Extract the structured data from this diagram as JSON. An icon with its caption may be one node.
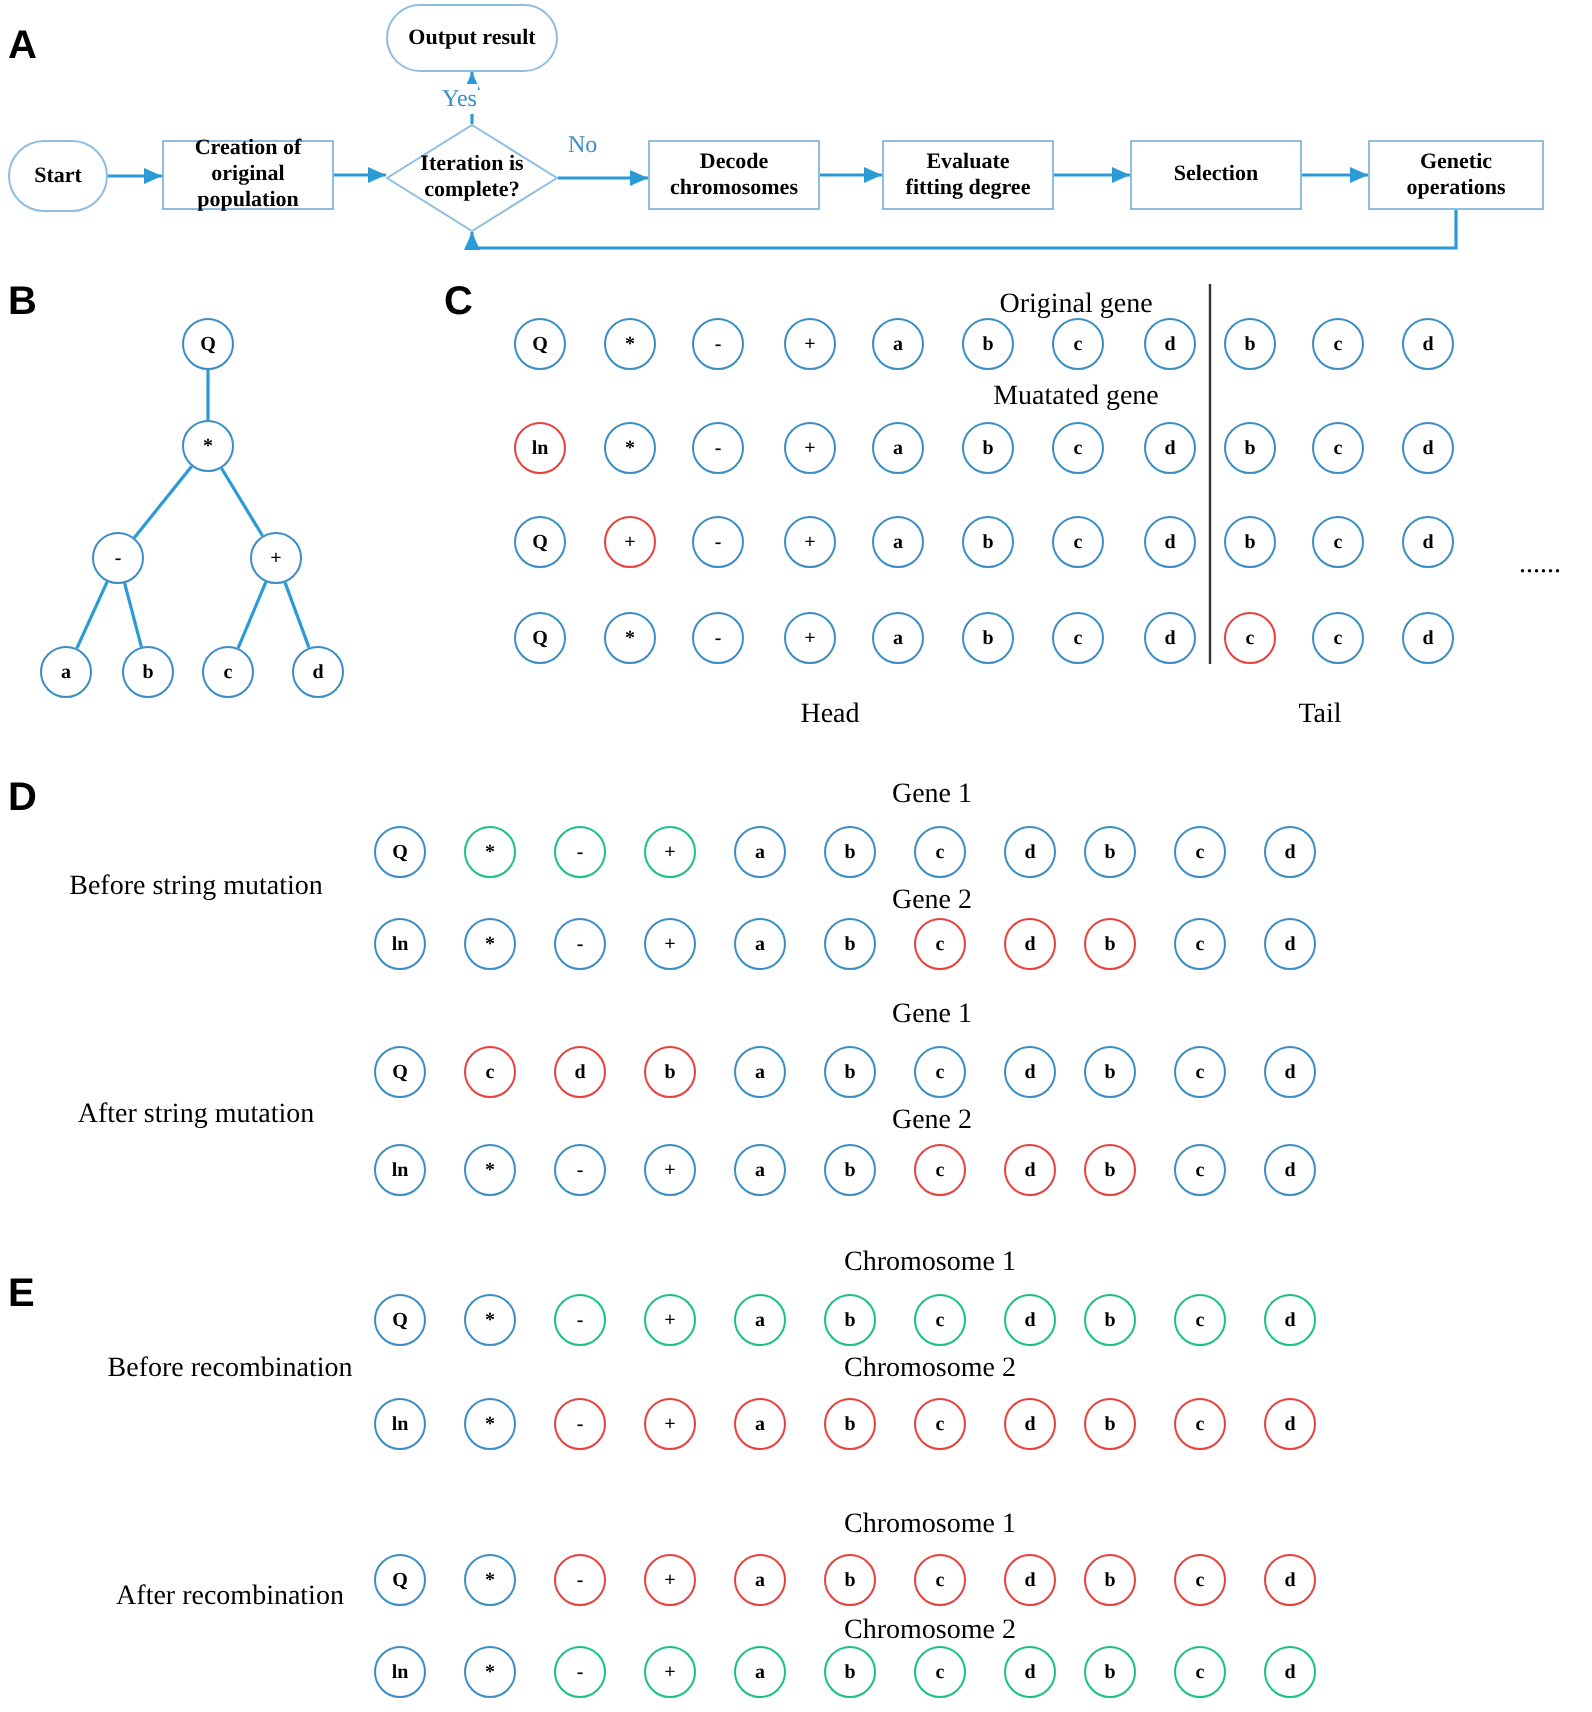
{
  "diagram": {
    "nodes": [
      {
        "text": [
          "Start"
        ]
      },
      {
        "text": [
          "Creation of original population"
        ]
      },
      {
        "text": [
          "Iteration is complete?"
        ]
      },
      {
        "text": [
          "Output result"
        ]
      },
      {
        "text": [
          "Decode chromosomes"
        ]
      },
      {
        "text": [
          "Evaluate fitting degree"
        ]
      },
      {
        "text": [
          "Selection"
        ]
      },
      {
        "text": [
          "Genetic operations"
        ]
      },
      {
        "text": [
          "Q"
        ]
      },
      {
        "text": [
          "*"
        ]
      },
      {
        "text": [
          "-"
        ]
      },
      {
        "text": [
          "+"
        ]
      },
      {
        "text": [
          "a"
        ]
      },
      {
        "text": [
          "b"
        ]
      },
      {
        "text": [
          "c"
        ]
      },
      {
        "text": [
          "d"
        ]
      },
      {
        "text": [
          "Q"
        ]
      },
      {
        "text": [
          "*"
        ]
      },
      {
        "text": [
          "-"
        ]
      },
      {
        "text": [
          "+"
        ]
      },
      {
        "text": [
          "a"
        ]
      },
      {
        "text": [
          "b"
        ]
      },
      {
        "text": [
          "c"
        ]
      },
      {
        "text": [
          "d"
        ]
      },
      {
        "text": [
          "b"
        ]
      },
      {
        "text": [
          "c"
        ]
      },
      {
        "text": [
          "d"
        ]
      },
      {
        "text": [
          "ln"
        ]
      },
      {
        "text": [
          "*"
        ]
      },
      {
        "text": [
          "-"
        ]
      },
      {
        "text": [
          "+"
        ]
      },
      {
        "text": [
          "a"
        ]
      },
      {
        "text": [
          "b"
        ]
      },
      {
        "text": [
          "c"
        ]
      },
      {
        "text": [
          "d"
        ]
      },
      {
        "text": [
          "b"
        ]
      },
      {
        "text": [
          "c"
        ]
      },
      {
        "text": [
          "d"
        ]
      },
      {
        "text": [
          "Q"
        ]
      },
      {
        "text": [
          "+"
        ]
      },
      {
        "text": [
          "-"
        ]
      },
      {
        "text": [
          "+"
        ]
      },
      {
        "text": [
          "a"
        ]
      },
      {
        "text": [
          "b"
        ]
      },
      {
        "text": [
          "c"
        ]
      },
      {
        "text": [
          "d"
        ]
      },
      {
        "text": [
          "b"
        ]
      },
      {
        "text": [
          "c"
        ]
      },
      {
        "text": [
          "d"
        ]
      },
      {
        "text": [
          "Q"
        ]
      },
      {
        "text": [
          "*"
        ]
      },
      {
        "text": [
          "-"
        ]
      },
      {
        "text": [
          "+"
        ]
      },
      {
        "text": [
          "a"
        ]
      },
      {
        "text": [
          "b"
        ]
      },
      {
        "text": [
          "c"
        ]
      },
      {
        "text": [
          "d"
        ]
      },
      {
        "text": [
          "c"
        ]
      },
      {
        "text": [
          "c"
        ]
      },
      {
        "text": [
          "d"
        ]
      },
      {
        "text": [
          "Q"
        ]
      },
      {
        "text": [
          "*"
        ]
      },
      {
        "text": [
          "-"
        ]
      },
      {
        "text": [
          "+"
        ]
      },
      {
        "text": [
          "a"
        ]
      },
      {
        "text": [
          "b"
        ]
      },
      {
        "text": [
          "c"
        ]
      },
      {
        "text": [
          "d"
        ]
      },
      {
        "text": [
          "b"
        ]
      },
      {
        "text": [
          "c"
        ]
      },
      {
        "text": [
          "d"
        ]
      },
      {
        "text": [
          "ln"
        ]
      },
      {
        "text": [
          "*"
        ]
      },
      {
        "text": [
          "-"
        ]
      },
      {
        "text": [
          "+"
        ]
      },
      {
        "text": [
          "a"
        ]
      },
      {
        "text": [
          "b"
        ]
      },
      {
        "text": [
          "c"
        ]
      },
      {
        "text": [
          "d"
        ]
      },
      {
        "text": [
          "b"
        ]
      },
      {
        "text": [
          "c"
        ]
      },
      {
        "text": [
          "d"
        ]
      },
      {
        "text": [
          "Q"
        ]
      },
      {
        "text": [
          "c"
        ]
      },
      {
        "text": [
          "d"
        ]
      },
      {
        "text": [
          "b"
        ]
      },
      {
        "text": [
          "a"
        ]
      },
      {
        "text": [
          "b"
        ]
      },
      {
        "text": [
          "c"
        ]
      },
      {
        "text": [
          "d"
        ]
      },
      {
        "text": [
          "b"
        ]
      },
      {
        "text": [
          "c"
        ]
      },
      {
        "text": [
          "d"
        ]
      },
      {
        "text": [
          "ln"
        ]
      },
      {
        "text": [
          "*"
        ]
      },
      {
        "text": [
          "-"
        ]
      },
      {
        "text": [
          "+"
        ]
      },
      {
        "text": [
          "a"
        ]
      },
      {
        "text": [
          "b"
        ]
      },
      {
        "text": [
          "c"
        ]
      },
      {
        "text": [
          "d"
        ]
      },
      {
        "text": [
          "b"
        ]
      },
      {
        "text": [
          "c"
        ]
      },
      {
        "text": [
          "d"
        ]
      },
      {
        "text": [
          "Q"
        ]
      },
      {
        "text": [
          "*"
        ]
      },
      {
        "text": [
          "-"
        ]
      },
      {
        "text": [
          "+"
        ]
      },
      {
        "text": [
          "a"
        ]
      },
      {
        "text": [
          "b"
        ]
      },
      {
        "text": [
          "c"
        ]
      },
      {
        "text": [
          "d"
        ]
      },
      {
        "text": [
          "b"
        ]
      },
      {
        "text": [
          "c"
        ]
      },
      {
        "text": [
          "d"
        ]
      },
      {
        "text": [
          "ln"
        ]
      },
      {
        "text": [
          "*"
        ]
      },
      {
        "text": [
          "-"
        ]
      },
      {
        "text": [
          "+"
        ]
      },
      {
        "text": [
          "a"
        ]
      },
      {
        "text": [
          "b"
        ]
      },
      {
        "text": [
          "c"
        ]
      },
      {
        "text": [
          "d"
        ]
      },
      {
        "text": [
          "b"
        ]
      },
      {
        "text": [
          "c"
        ]
      },
      {
        "text": [
          "d"
        ]
      },
      {
        "text": [
          "Q"
        ]
      },
      {
        "text": [
          "*"
        ]
      },
      {
        "text": [
          "-"
        ]
      },
      {
        "text": [
          "+"
        ]
      },
      {
        "text": [
          "a"
        ]
      },
      {
        "text": [
          "b"
        ]
      },
      {
        "text": [
          "c"
        ]
      },
      {
        "text": [
          "d"
        ]
      },
      {
        "text": [
          "b"
        ]
      },
      {
        "text": [
          "c"
        ]
      },
      {
        "text": [
          "d"
        ]
      },
      {
        "text": [
          "ln"
        ]
      },
      {
        "text": [
          "*"
        ]
      },
      {
        "text": [
          "-"
        ]
      },
      {
        "text": [
          "+"
        ]
      },
      {
        "text": [
          "a"
        ]
      },
      {
        "text": [
          "b"
        ]
      },
      {
        "text": [
          "c"
        ]
      },
      {
        "text": [
          "d"
        ]
      },
      {
        "text": [
          "b"
        ]
      },
      {
        "text": [
          "c"
        ]
      },
      {
        "text": [
          "d"
        ]
      }
    ],
    "edges": [
      {
        "from": 0,
        "to": 1,
        "arrow": "to"
      },
      {
        "from": 1,
        "to": 2,
        "arrow": "to"
      },
      {
        "from": 2,
        "to": 3,
        "label": "Yes",
        "arrow": "to"
      },
      {
        "from": 2,
        "to": 4,
        "label": "No",
        "arrow": "to"
      },
      {
        "from": 4,
        "to": 5,
        "arrow": "to"
      },
      {
        "from": 5,
        "to": 6,
        "arrow": "to"
      },
      {
        "from": 6,
        "to": 7,
        "arrow": "to"
      },
      {
        "from": 7,
        "to": 2,
        "arrow": "to"
      },
      {
        "from": 8,
        "to": 9,
        "arrow": "none"
      },
      {
        "from": 9,
        "to": 10,
        "arrow": "none"
      },
      {
        "from": 9,
        "to": 11,
        "arrow": "none"
      },
      {
        "from": 10,
        "to": 12,
        "arrow": "none"
      },
      {
        "from": 10,
        "to": 13,
        "arrow": "none"
      },
      {
        "from": 11,
        "to": 14,
        "arrow": "none"
      },
      {
        "from": 11,
        "to": 15,
        "arrow": "none"
      }
    ],
    "labels": [
      "A",
      "B",
      "C",
      "Original gene",
      "Muatated gene",
      "......",
      "Head",
      "Tail",
      "D",
      "Gene 1",
      "Before string mutation",
      "Gene 2",
      "Gene 1",
      "After string mutation",
      "Gene 2",
      "E",
      "Chromosome 1",
      "Before recombination",
      "Chromosome 2",
      "Chromosome 1",
      "After recombination",
      "Chromosome 2"
    ]
  }
}
